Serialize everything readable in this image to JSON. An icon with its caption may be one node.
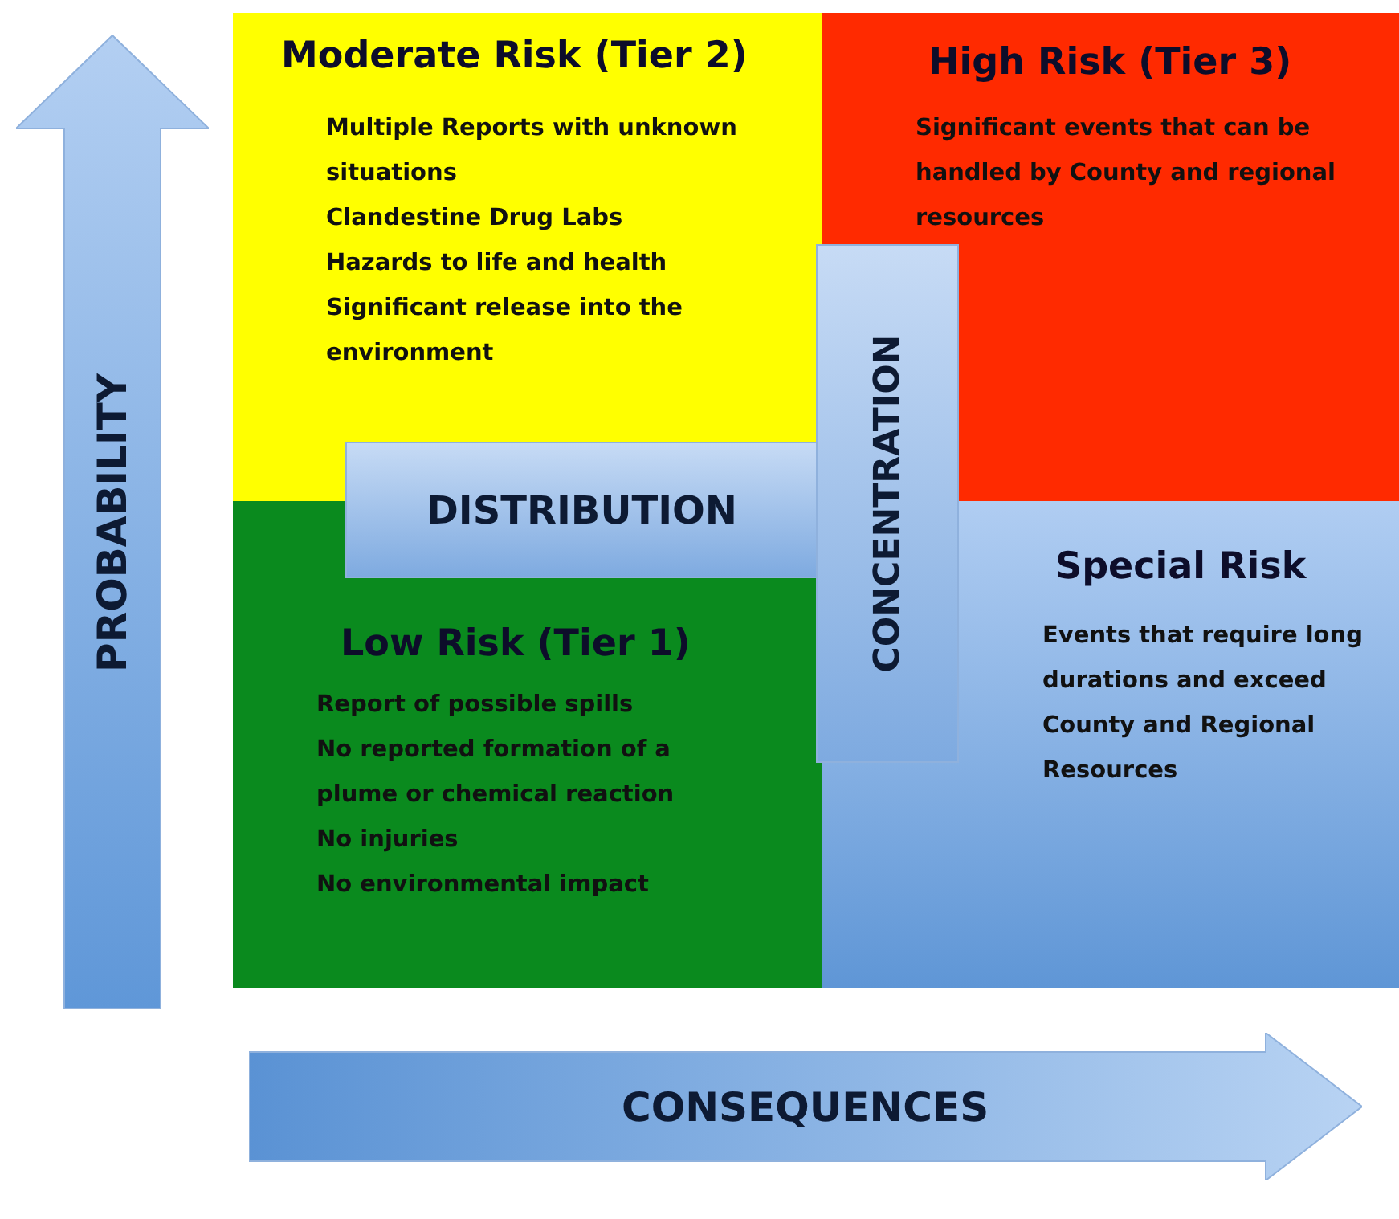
{
  "diagram": {
    "nodes": [
      {
        "text": [
          "PROBABILITY"
        ]
      },
      {
        "text": [
          "Moderate Risk (Tier 2)",
          "Multiple Reports with unknown situations",
          "Clandestine Drug Labs",
          "Hazards to life and health",
          "Significant release into the environment"
        ]
      },
      {
        "text": [
          "High Risk (Tier 3)",
          "Significant events that can be handled by County and regional resources"
        ]
      },
      {
        "text": [
          "Low Risk (Tier 1)",
          "Report of possible spills",
          "No reported formation of a plume or chemical reaction",
          "No injuries",
          "No environmental impact"
        ]
      },
      {
        "text": [
          "Special Risk",
          "Events that require long durations and exceed County and Regional Resources"
        ]
      },
      {
        "text": [
          "DISTRIBUTION"
        ]
      },
      {
        "text": [
          "CONCENTRATION"
        ]
      },
      {
        "text": [
          "CONSEQUENCES"
        ]
      }
    ]
  }
}
